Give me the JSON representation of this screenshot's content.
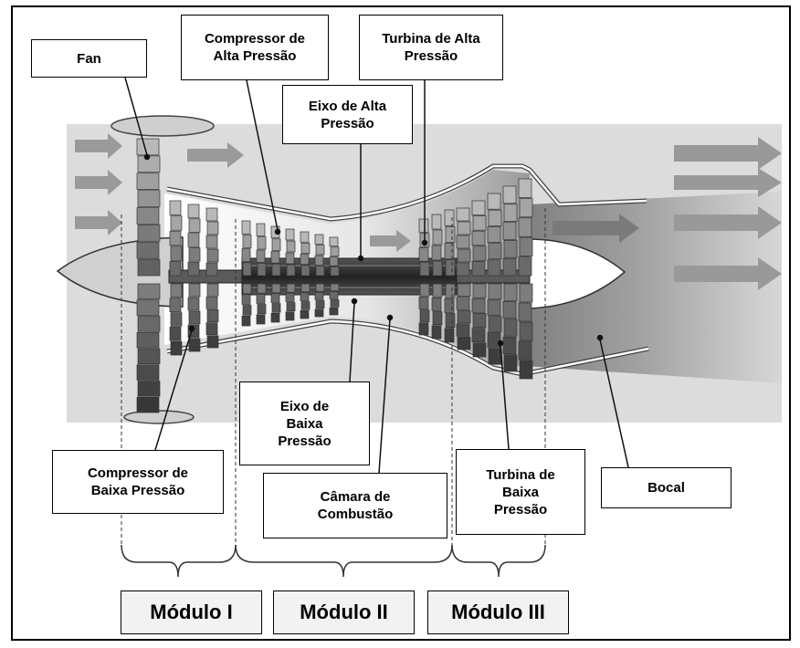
{
  "labels": {
    "fan": "Fan",
    "compressor_alta": "Compressor de\nAlta Pressão",
    "turbina_alta": "Turbina de Alta\nPressão",
    "eixo_alta": "Eixo de Alta\nPressão",
    "eixo_baixa": "Eixo de\nBaixa\nPressão",
    "compressor_baixa": "Compressor de\nBaixa Pressão",
    "camara": "Câmara de\nCombustão",
    "turbina_baixa": "Turbina de\nBaixa\nPressão",
    "bocal": "Bocal"
  },
  "modules": [
    "Módulo I",
    "Módulo II",
    "Módulo III"
  ]
}
